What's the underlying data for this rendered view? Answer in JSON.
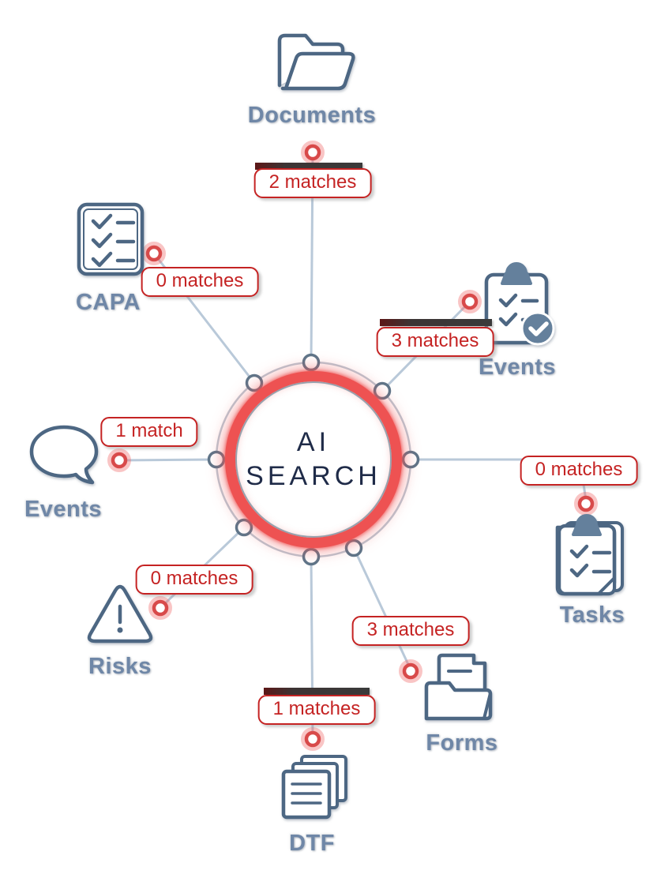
{
  "hub": {
    "title_line1": "AI",
    "title_line2": "SEARCH"
  },
  "colors": {
    "accent_red": "#c52323",
    "ring_red": "#ee5252",
    "icon_steel": "#4d6783",
    "icon_fill_steel": "#64809c",
    "label_blue_gray": "#6f87a7",
    "spoke_gray_blue": "#b9c9d9",
    "hub_text_navy": "#1f2b48",
    "highlight_bar_dark": "#3a3a3a"
  },
  "categories": [
    {
      "id": "documents",
      "label": "Documents",
      "matches": "2 matches",
      "icon": "folder-open-icon",
      "highlight": true
    },
    {
      "id": "capa",
      "label": "CAPA",
      "matches": "0 matches",
      "icon": "checklist-icon",
      "highlight": false
    },
    {
      "id": "events-clipboard",
      "label": "Events",
      "matches": "3 matches",
      "icon": "clipboard-check-icon",
      "highlight": true
    },
    {
      "id": "tasks",
      "label": "Tasks",
      "matches": "0 matches",
      "icon": "clipboard-tasks-icon",
      "highlight": false
    },
    {
      "id": "events-chat",
      "label": "Events",
      "matches": "1 match",
      "icon": "speech-bubble-icon",
      "highlight": false
    },
    {
      "id": "risks",
      "label": "Risks",
      "matches": "0 matches",
      "icon": "warning-triangle-icon",
      "highlight": false
    },
    {
      "id": "dtf",
      "label": "DTF",
      "matches": "1 matches",
      "icon": "stacked-documents-icon",
      "highlight": true
    },
    {
      "id": "forms",
      "label": "Forms",
      "matches": "3 matches",
      "icon": "folder-paper-icon",
      "highlight": false
    }
  ]
}
